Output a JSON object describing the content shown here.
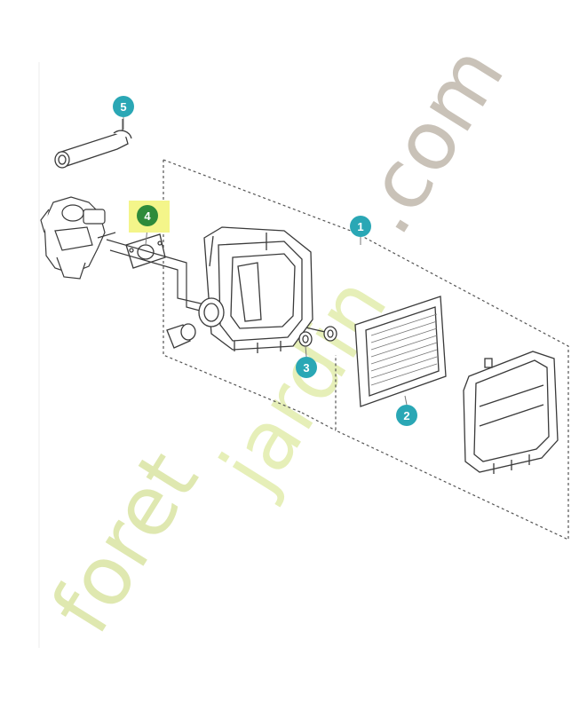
{
  "watermark": {
    "text_part1": "foret",
    "text_part2": "jardin",
    "text_part3": ".com",
    "colors": {
      "foret": "#dfe8b0",
      "jardin": "#e6efb8",
      "dotcom": "#c9c2b8",
      "et_accent": "#f2c9a0"
    }
  },
  "callouts": [
    {
      "id": "1",
      "label": "1",
      "part": "air-filter-housing-assembly"
    },
    {
      "id": "2",
      "label": "2",
      "part": "paper-filter-element"
    },
    {
      "id": "3",
      "label": "3",
      "part": "nut"
    },
    {
      "id": "4",
      "label": "4",
      "part": "gasket",
      "highlighted": true
    },
    {
      "id": "5",
      "label": "5",
      "part": "breather-hose"
    }
  ],
  "colors": {
    "callout_teal": "#2aa7b5",
    "callout_highlight_green": "#2e8b3a",
    "highlight_box_yellow": "#f4f58a",
    "line_art": "#3a3a3a",
    "dashed_frame": "#555555"
  }
}
